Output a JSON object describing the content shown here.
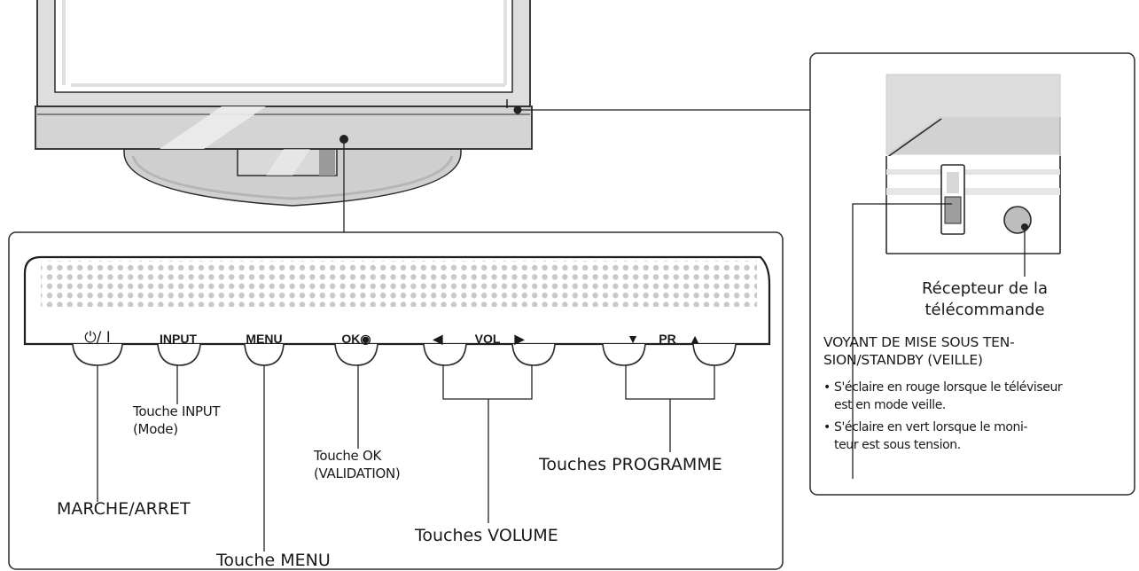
{
  "panel": {
    "power_symbol": "⏻/ I",
    "input": "INPUT",
    "menu": "MENU",
    "ok": "OK◉",
    "vol_left": "◀",
    "vol": "VOL",
    "vol_right": "▶",
    "pr_down": "▼",
    "pr": "PR",
    "pr_up": "▲"
  },
  "labels": {
    "marche_arret": "MARCHE/ARRET",
    "touche_input_1": "Touche INPUT",
    "touche_input_2": "(Mode)",
    "touche_menu": "Touche MENU",
    "touche_ok_1": "Touche OK",
    "touche_ok_2": "(VALIDATION)",
    "touches_volume": "Touches VOLUME",
    "touches_programme": "Touches PROGRAMME"
  },
  "indicator": {
    "recepteur_1": "Récepteur de la",
    "recepteur_2": "télécommande",
    "voyant_1": "VOYANT DE MISE SOUS TEN-",
    "voyant_2": "SION/STANDBY (VEILLE)",
    "bullet1_1": "S'éclaire en rouge lorsque le téléviseur",
    "bullet1_2": "est en mode veille.",
    "bullet2_1": "S'éclaire en vert lorsque le moni-",
    "bullet2_2": "teur est sous tension."
  }
}
